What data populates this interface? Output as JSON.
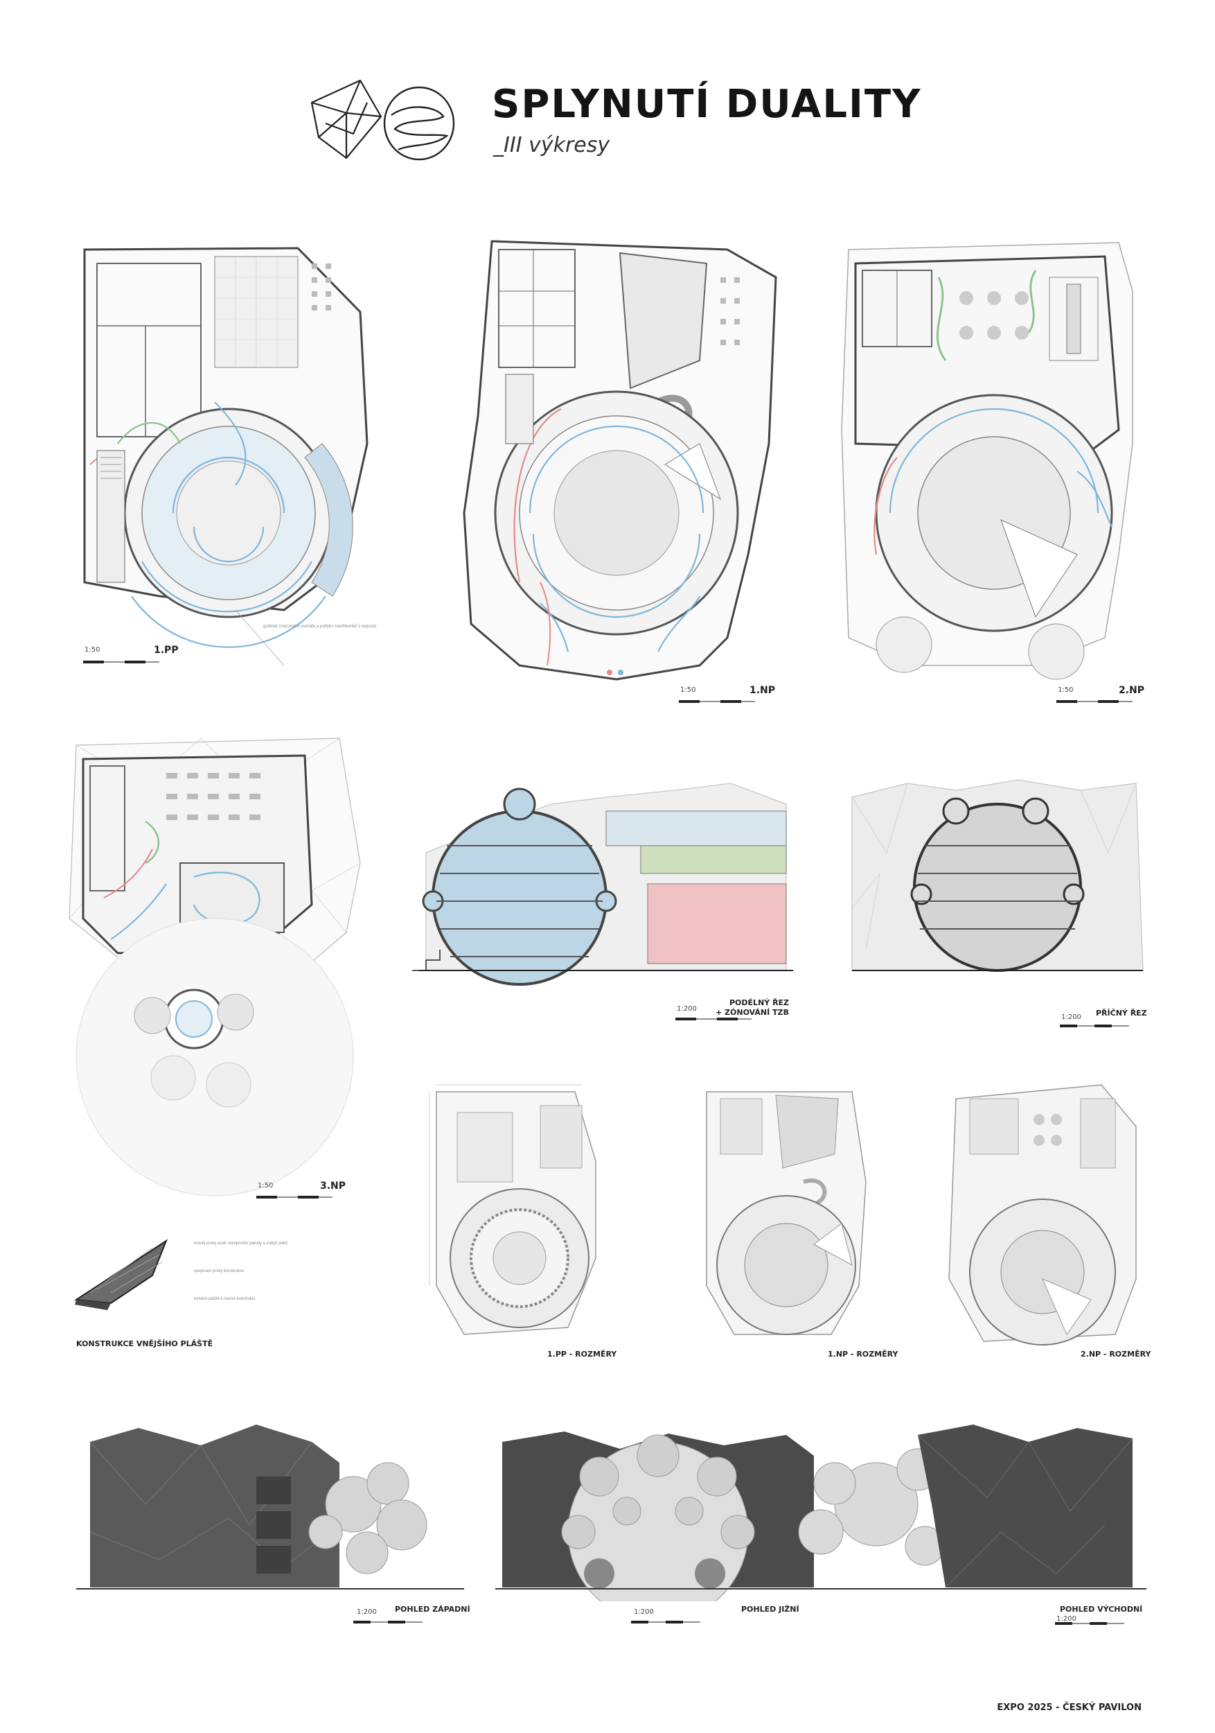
{
  "header": {
    "title": "SPLYNUTÍ DUALITY",
    "subtitle": "_III výkresy"
  },
  "plans": {
    "pp1": {
      "label": "1.PP",
      "scale": "1:50"
    },
    "np1": {
      "label": "1.NP",
      "scale": "1:50"
    },
    "np2": {
      "label": "2.NP",
      "scale": "1:50"
    },
    "np3": {
      "label": "3.NP",
      "scale": "1:50"
    }
  },
  "sections": {
    "longitudinal": {
      "label_line1": "PODÉLNÝ ŘEZ",
      "label_line2": "+ ZÓNOVÁNÍ TZB",
      "scale": "1:200"
    },
    "cross": {
      "label": "PŘÍČNÝ ŘEZ",
      "scale": "1:200"
    }
  },
  "dimension_plans": {
    "pp1": "1.PP - ROZMĚRY",
    "np1": "1.NP - ROZMĚRY",
    "np2": "2.NP - ROZMĚRY"
  },
  "construction": {
    "label": "KONSTRUKCE VNĚJŠÍHO PLÁŠTĚ"
  },
  "elevations": {
    "west": {
      "label": "POHLED ZÁPADNÍ",
      "scale": "1:200"
    },
    "south": {
      "label": "POHLED JIŽNÍ",
      "scale": "1:200"
    },
    "east": {
      "label": "POHLED VÝCHODNÍ",
      "scale": "1:200"
    }
  },
  "footer": "EXPO 2025 - ČESKÝ PAVILON",
  "colors": {
    "ink": "#1a1a1a",
    "wall": "#555555",
    "flow_blue": "#7fb6db",
    "flow_red": "#e58a8a",
    "flow_green": "#8cc48c",
    "zone_blue": "#bcd6e6",
    "zone_green": "#cfe0bf",
    "zone_red": "#efc3c5",
    "shell_dark": "#4a4a4a"
  }
}
